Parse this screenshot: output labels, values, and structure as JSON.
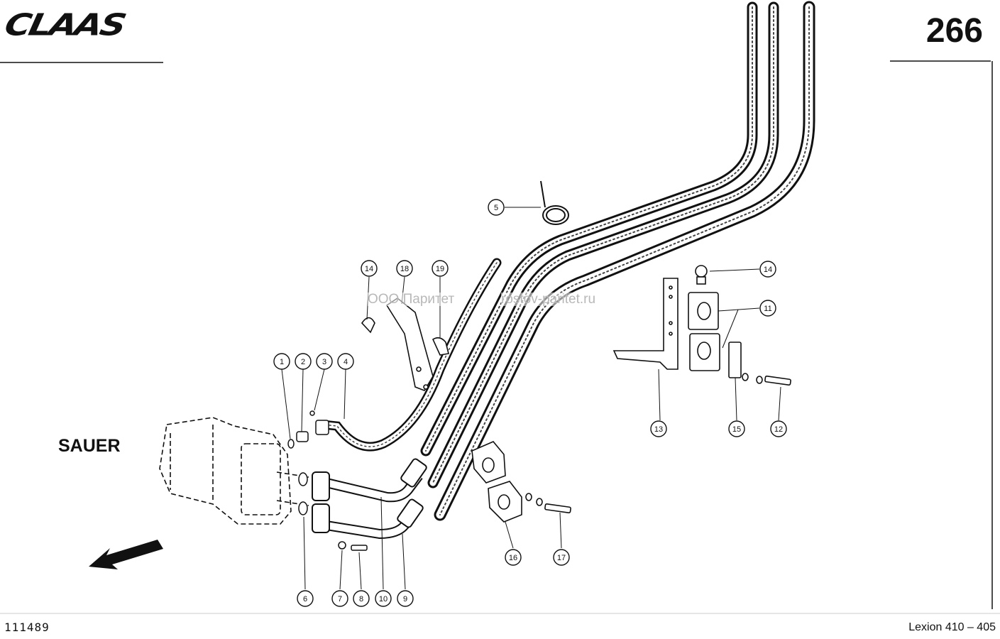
{
  "header": {
    "brand": "CLAAS",
    "page_number": "266"
  },
  "labels": {
    "make": "SAUER"
  },
  "watermarks": {
    "company": "ООО Паритет",
    "website": "rostov-paritet.ru"
  },
  "footer": {
    "drawing_number": "111489",
    "model": "Lexion 410 – 405"
  },
  "callouts": [
    "1",
    "2",
    "3",
    "4",
    "5",
    "6",
    "7",
    "8",
    "9",
    "10",
    "11",
    "12",
    "13",
    "14",
    "14",
    "15",
    "16",
    "17",
    "18",
    "19"
  ],
  "colors": {
    "ink": "#111111",
    "paper": "#ffffff",
    "watermark": "#b8b8b8"
  }
}
